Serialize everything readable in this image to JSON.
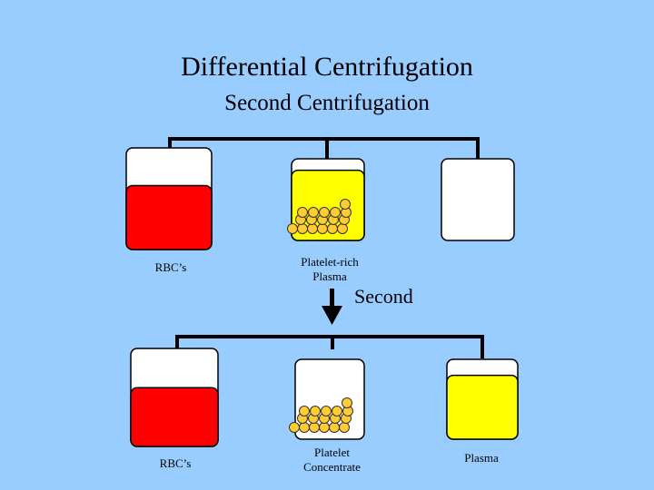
{
  "title": "Differential Centrifugation",
  "subtitle": "Second Centrifugation",
  "step_label": "Second",
  "top_row": {
    "labels": {
      "left": "RBC’s",
      "middle": "Platelet-rich\nPlasma"
    },
    "tubes": [
      {
        "name": "rbc-tube",
        "fill": "#ff0000",
        "fill_fraction": 0.63
      },
      {
        "name": "platelet-rich-plasma-tube",
        "fill": "#ffff00",
        "fill_fraction": 0.86,
        "has_platelets": true
      },
      {
        "name": "empty-tube",
        "fill": "#ffffff",
        "fill_fraction": 0
      }
    ]
  },
  "bottom_row": {
    "labels": {
      "left": "RBC’s",
      "middle": "Platelet\nConcentrate",
      "right": "Plasma"
    },
    "tubes": [
      {
        "name": "rbc-tube",
        "fill": "#ff0000",
        "fill_fraction": 0.6
      },
      {
        "name": "platelet-concentrate-tube",
        "fill": "#ffffff",
        "fill_fraction": 0,
        "has_platelets": true
      },
      {
        "name": "plasma-tube",
        "fill": "#ffff00",
        "fill_fraction": 0.8
      }
    ]
  },
  "colors": {
    "background": "#99ccff",
    "line": "#000000",
    "platelet": "#ffcc33"
  }
}
